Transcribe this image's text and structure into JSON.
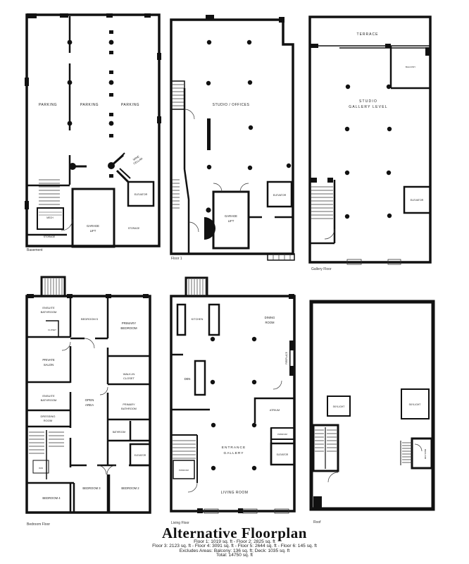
{
  "sheet": {
    "title": "Alternative Floorplan",
    "ink_color": "#111111",
    "paper_color": "#ffffff"
  },
  "footer": {
    "line1": "Floor 1: 1019 sq. ft - Floor 2: 2825 sq. ft",
    "line2": "Floor 3: 2123 sq. ft - Floor 4: 3091 sq. ft - Floor 5: 2644 sq. ft - Floor 6: 145 sq. ft",
    "line3": "Excludes Areas: Balcony: 136 sq. ft; Deck: 1035 sq. ft",
    "line4": "Total: 14750 sq. ft"
  },
  "plans": {
    "basement": {
      "caption": "Basement",
      "labels": {
        "parking1": "PARKING",
        "parking2": "PARKING",
        "parking3": "PARKING",
        "wine_a": "WINE",
        "wine_b": "CELLAR",
        "elevator": "ELEVATOR",
        "garage_a": "GARAGE",
        "garage_b": "LIFT",
        "mech": "MECH",
        "storage_left": "STORAGE",
        "storage_right": "STORAGE"
      }
    },
    "floor1": {
      "caption": "Floor 1",
      "labels": {
        "studio": "STUDIO / OFFICES",
        "garage_a": "GARAGE",
        "garage_b": "LIFT",
        "elevator": "ELEVATOR"
      }
    },
    "gallery": {
      "caption": "Gallery Floor",
      "labels": {
        "terrace": "TERRACE",
        "studio_a": "STUDIO",
        "studio_b": "GALLERY LEVEL",
        "balcony_note": "BALCONY",
        "elevator": "ELEVATOR"
      }
    },
    "bedroom": {
      "caption": "Bedroom Floor",
      "labels": {
        "ensuite1_a": "ENSUITE",
        "ensuite1_b": "BATHROOM",
        "bedroom5": "BEDROOM 5",
        "primary_a": "PRIMARY",
        "primary_b": "BEDROOM",
        "closet": "CLOSET",
        "salon_a": "PRIVATE",
        "salon_b": "SALON",
        "walkin_a": "WALK-IN",
        "walkin_b": "CLOSET",
        "ensuite2_a": "ENSUITE",
        "ensuite2_b": "BATHROOM",
        "open_a": "OPEN",
        "open_b": "AREA",
        "dressing_a": "DRESSING",
        "dressing_b": "ROOM",
        "pbath_a": "PRIMARY",
        "pbath_b": "BATHROOM",
        "bathroom": "BATHROOM",
        "elevator": "ELEVATOR",
        "wd": "W/D",
        "bedroom4": "BEDROOM 4",
        "bedroom3": "BEDROOM 3",
        "bedroom2": "BEDROOM 2"
      }
    },
    "living": {
      "caption": "Living Floor",
      "labels": {
        "kitchen": "KITCHEN",
        "dining_a": "DINING",
        "dining_b": "ROOM",
        "fireplace": "FIREPLACE",
        "den": "DEN",
        "atrium": "ATRIUM",
        "pwdr_right": "PWDR RM",
        "elevator": "ELEVATOR",
        "entrance_a": "ENTRANCE",
        "entrance_b": "GALLERY",
        "pwdr_left": "PWDR RM",
        "living_room": "LIVING ROOM"
      }
    },
    "roof": {
      "caption": "Roof",
      "labels": {
        "skylight1": "SKYLIGHT",
        "skylight2": "SKYLIGHT",
        "mech": "MECH RM"
      }
    }
  }
}
